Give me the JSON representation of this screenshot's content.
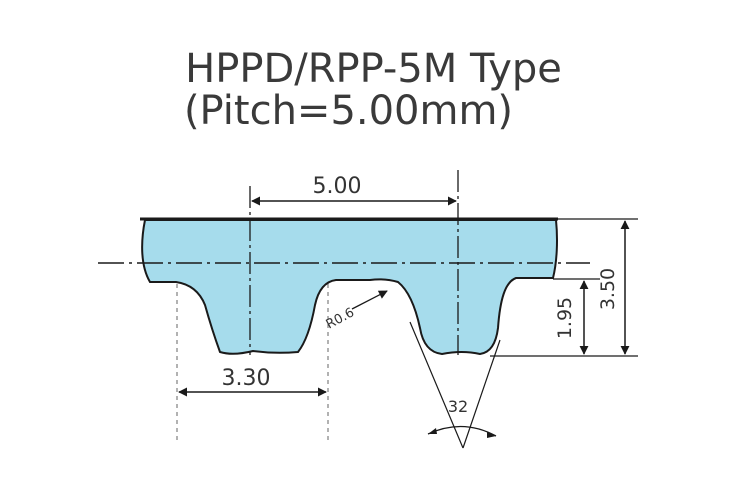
{
  "title": {
    "line1": "HPPD/RPP-5M Type",
    "line2": "(Pitch=5.00mm)"
  },
  "dimensions": {
    "pitch": "5.00",
    "tooth_width": "3.30",
    "tooth_height": "1.95",
    "total_height": "3.50",
    "radius": "R0.6",
    "angle": "32"
  },
  "colors": {
    "belt_fill": "#a6dcec",
    "outline": "#1a1a1a",
    "text": "#3a3a3a"
  }
}
